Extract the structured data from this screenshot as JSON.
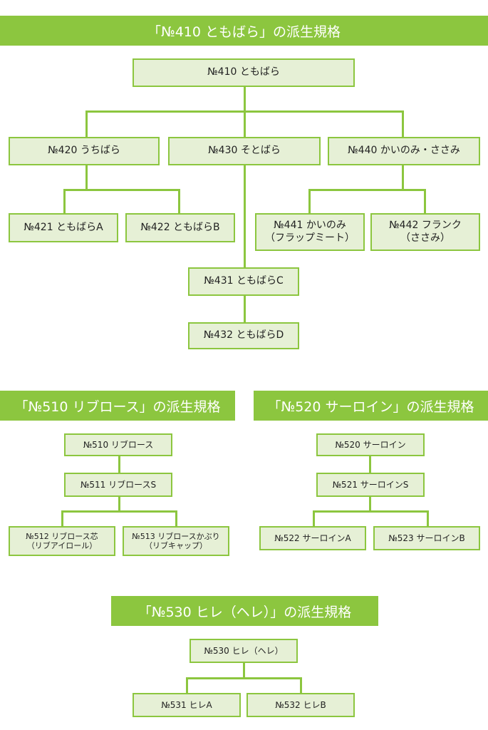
{
  "colors": {
    "accent": "#8cc63f",
    "box_fill": "#e6f0d6",
    "banner_text": "#ffffff",
    "box_text": "#222222"
  },
  "sections": {
    "s410": {
      "title": "「№410 ともばら」の派生規格",
      "nodes": {
        "n410": "№410 ともばら",
        "n420": "№420 うちばら",
        "n430": "№430 そとばら",
        "n440": "№440 かいのみ・ささみ",
        "n421": "№421 ともばらA",
        "n422": "№422 ともばらB",
        "n441": {
          "line1": "№441 かいのみ",
          "line2": "（フラップミート）"
        },
        "n442": {
          "line1": "№442 フランク",
          "line2": "（ささみ）"
        },
        "n431": "№431 ともばらC",
        "n432": "№432 ともばらD"
      }
    },
    "s510": {
      "title": "「№510 リブロース」の派生規格",
      "nodes": {
        "n510": "№510 リブロース",
        "n511": "№511 リブロースS",
        "n512": {
          "line1": "№512 リブロース芯",
          "line2": "（リブアイロール）"
        },
        "n513": {
          "line1": "№513 リブロースかぶり",
          "line2": "（リブキャップ）"
        }
      }
    },
    "s520": {
      "title": "「№520 サーロイン」の派生規格",
      "nodes": {
        "n520": "№520 サーロイン",
        "n521": "№521 サーロインS",
        "n522": "№522 サーロインA",
        "n523": "№523 サーロインB"
      }
    },
    "s530": {
      "title": "「№530 ヒレ（ヘレ）」の派生規格",
      "nodes": {
        "n530": "№530 ヒレ（ヘレ）",
        "n531": "№531 ヒレA",
        "n532": "№532 ヒレB"
      }
    }
  }
}
